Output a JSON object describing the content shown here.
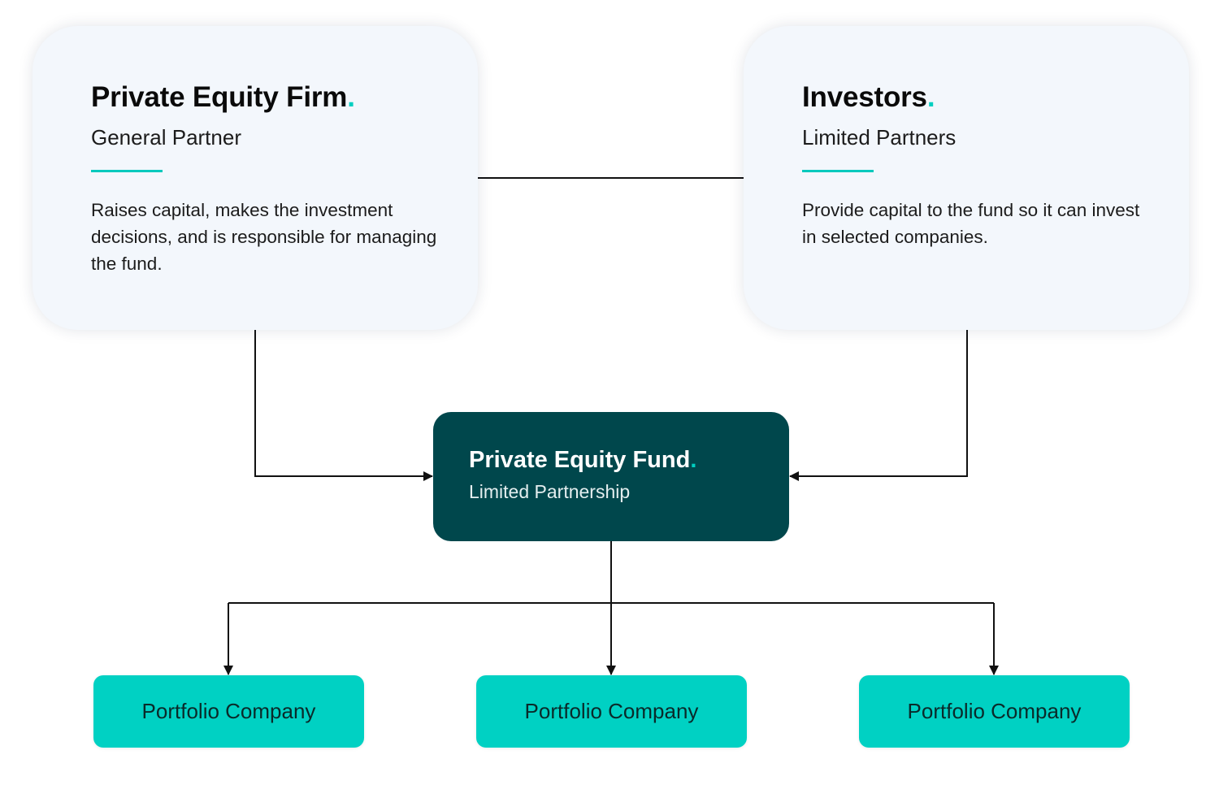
{
  "general_partner": {
    "title": "Private Equity Firm",
    "title_dot": ".",
    "subtitle": "General Partner",
    "description": "Raises capital, makes the investment decisions, and is responsible for managing the fund."
  },
  "limited_partners": {
    "title": "Investors",
    "title_dot": ".",
    "subtitle": "Limited Partners",
    "description": "Provide capital to the fund so it can invest in selected companies."
  },
  "fund": {
    "title": "Private Equity Fund",
    "title_dot": ".",
    "subtitle": "Limited Partnership"
  },
  "portfolio": [
    {
      "label": "Portfolio Company"
    },
    {
      "label": "Portfolio Company"
    },
    {
      "label": "Portfolio Company"
    }
  ],
  "colors": {
    "accent": "#00cfc1",
    "card_background": "#f3f7fc",
    "fund_background": "#00474c",
    "portfolio_background": "#00d1c3",
    "line": "#111111"
  }
}
